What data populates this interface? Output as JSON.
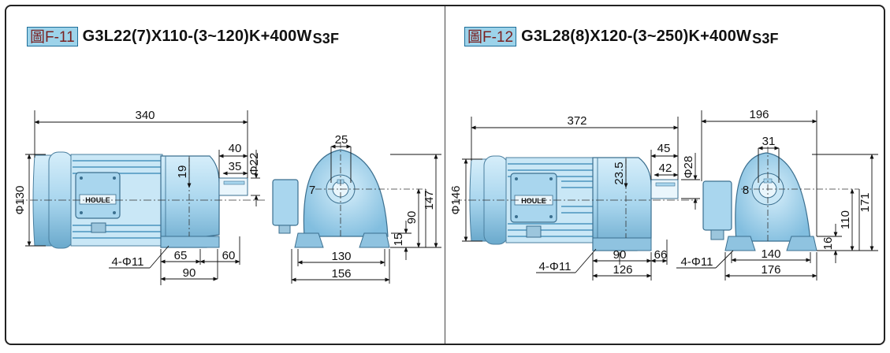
{
  "fig11": {
    "label": "圖F-11",
    "model": "G3L22(7)X110-(3~120)K+400W",
    "model_suffix": "S3F",
    "brand": "HOULE",
    "dims": {
      "overall_length": "340",
      "motor_dia": "Φ130",
      "shaft_len_outer": "40",
      "shaft_len_inner": "35",
      "shaft_dia": "Φ22",
      "key_height": "19",
      "base_a": "65",
      "base_b": "60",
      "base_c": "90",
      "mount_holes": "4-Φ11",
      "key_width": "25",
      "key_depth": "7",
      "foot_h": "15",
      "center_h": "90",
      "total_h": "147",
      "bolt_w": "130",
      "foot_w": "156"
    }
  },
  "fig12": {
    "label": "圖F-12",
    "model": "G3L28(8)X120-(3~250)K+400W",
    "model_suffix": "S3F",
    "brand": "HOULE",
    "dims": {
      "overall_length": "372",
      "motor_dia": "Φ146",
      "shaft_len_outer": "45",
      "shaft_len_inner": "42",
      "shaft_dia": "Φ28",
      "key_height": "23.5",
      "base_a": "90",
      "base_b": "66",
      "base_c": "126",
      "mount_holes": "4-Φ11",
      "side_width": "196",
      "key_width": "31",
      "key_depth": "8",
      "foot_h": "16",
      "center_h": "110",
      "total_h": "171",
      "bolt_w": "140",
      "foot_w": "176"
    }
  },
  "colors": {
    "body": "#a9d6ee",
    "body_dark": "#6aa9cc",
    "fins": "#c9e7f6",
    "line": "#111111",
    "center": "#333333"
  }
}
